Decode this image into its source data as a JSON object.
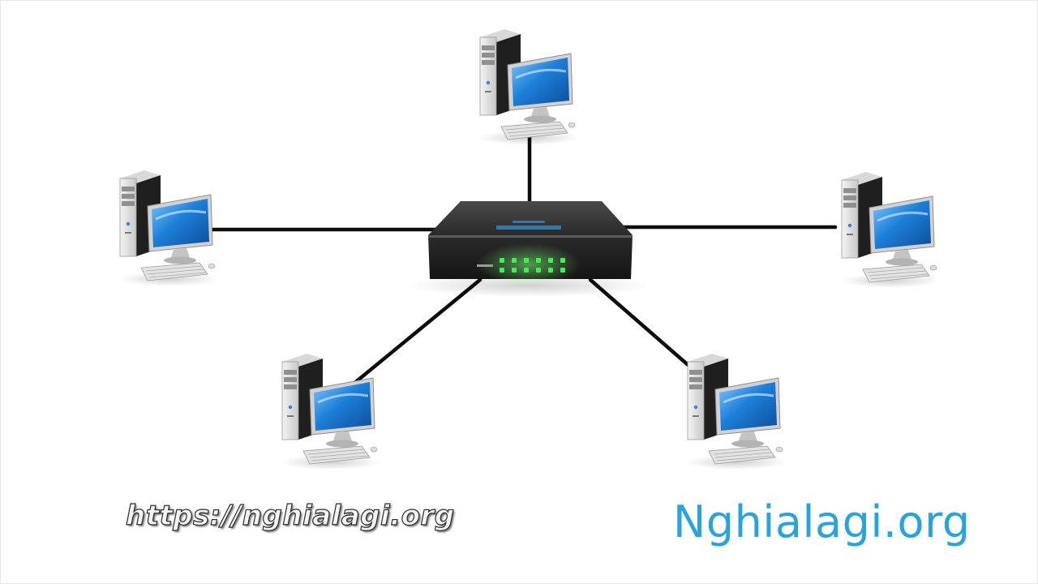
{
  "diagram": {
    "topology": "star",
    "hub": {
      "type": "network-switch"
    },
    "nodes": [
      {
        "id": "computer-top"
      },
      {
        "id": "computer-left"
      },
      {
        "id": "computer-right"
      },
      {
        "id": "computer-bottom-left"
      },
      {
        "id": "computer-bottom-right"
      }
    ],
    "connection_color": "#0d0d0d",
    "switch_led_color": "#3df24a",
    "monitor_screen_color": "#1e7fd8"
  },
  "watermark": {
    "url": "https://nghialagi.org",
    "brand": "Nghialagi.org",
    "brand_color": "#2aa3da"
  }
}
